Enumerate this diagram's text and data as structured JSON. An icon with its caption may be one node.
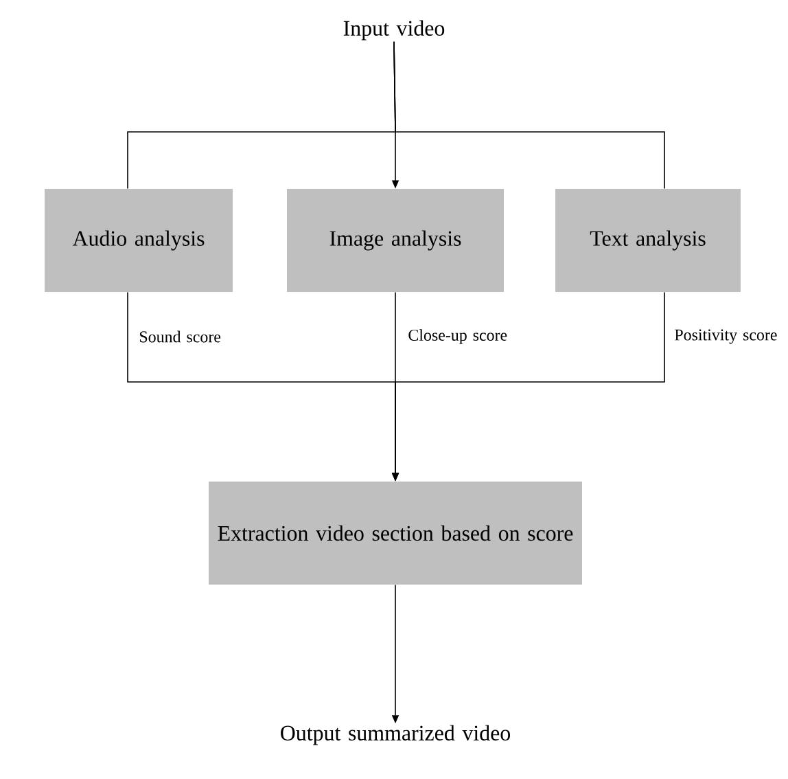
{
  "diagram": {
    "nodes": [
      {
        "text": [
          "Input video"
        ]
      },
      {
        "text": [
          "Audio analysis"
        ]
      },
      {
        "text": [
          "Image analysis"
        ]
      },
      {
        "text": [
          "Text analysis"
        ]
      },
      {
        "text": [
          "Extraction video section based on score"
        ]
      },
      {
        "text": [
          "Output summarized video"
        ]
      }
    ],
    "edges": [
      {
        "from": 0,
        "to": 1,
        "arrow": "none"
      },
      {
        "from": 0,
        "to": 2,
        "arrow": "to"
      },
      {
        "from": 0,
        "to": 3,
        "arrow": "none"
      },
      {
        "from": 1,
        "to": 4,
        "arrow": "to",
        "label": "Sound score"
      },
      {
        "from": 2,
        "to": 4,
        "arrow": "to",
        "label": "Close-up score"
      },
      {
        "from": 3,
        "to": 4,
        "arrow": "to",
        "label": "Positivity score"
      },
      {
        "from": 4,
        "to": 5,
        "arrow": "to"
      }
    ]
  }
}
